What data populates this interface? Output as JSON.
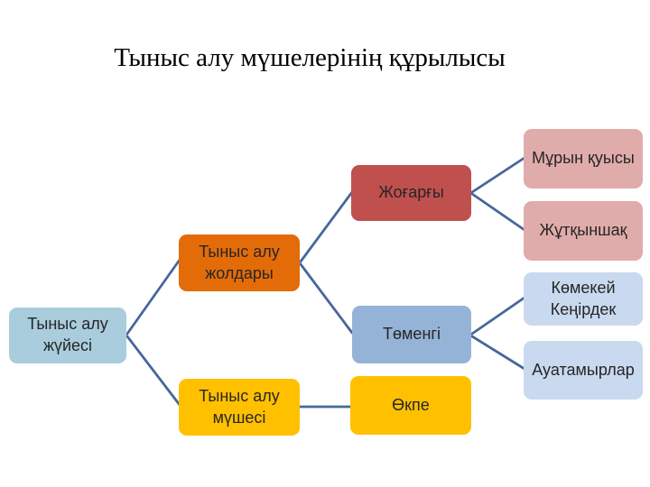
{
  "slide": {
    "title": "Тыныс алу мүшелерінің құрылысы",
    "background": "#FFFFFF"
  },
  "colors": {
    "background": "#FFFFFF",
    "title_text": "#000000",
    "text": "#262626",
    "connector": "#46679B"
  },
  "nodes": {
    "system": {
      "lines": [
        "Тыныс алу",
        "жүйесі"
      ],
      "fill": "#A9CDDD"
    },
    "airways": {
      "lines": [
        "Тыныс алу",
        "жолдары"
      ],
      "fill": "#E36C09"
    },
    "organ": {
      "lines": [
        "Тыныс алу",
        "мүшесі"
      ],
      "fill": "#FFC000"
    },
    "upper": {
      "lines": [
        "Жоғарғы"
      ],
      "fill": "#C0504D"
    },
    "lower": {
      "lines": [
        "Төменгі"
      ],
      "fill": "#95B3D7"
    },
    "lungs": {
      "lines": [
        "Өкпе"
      ],
      "fill": "#FFC000"
    },
    "nasal": {
      "lines": [
        "Мұрын қуысы"
      ],
      "fill": "#E0ACAB"
    },
    "pharynx": {
      "lines": [
        "Жұтқыншақ"
      ],
      "fill": "#E0ACAB"
    },
    "larynx_trachea": {
      "lines": [
        "Көмекей",
        "Кеңірдек"
      ],
      "fill": "#C9D9EF"
    },
    "bronchi": {
      "lines": [
        "Ауатамырлар"
      ],
      "fill": "#C9D9EF"
    }
  },
  "hierarchy": [
    {
      "from": "system",
      "to": "airways"
    },
    {
      "from": "system",
      "to": "organ"
    },
    {
      "from": "airways",
      "to": "upper"
    },
    {
      "from": "airways",
      "to": "lower"
    },
    {
      "from": "upper",
      "to": "nasal"
    },
    {
      "from": "upper",
      "to": "pharynx"
    },
    {
      "from": "lower",
      "to": "larynx_trachea"
    },
    {
      "from": "lower",
      "to": "bronchi"
    },
    {
      "from": "organ",
      "to": "lungs"
    }
  ]
}
